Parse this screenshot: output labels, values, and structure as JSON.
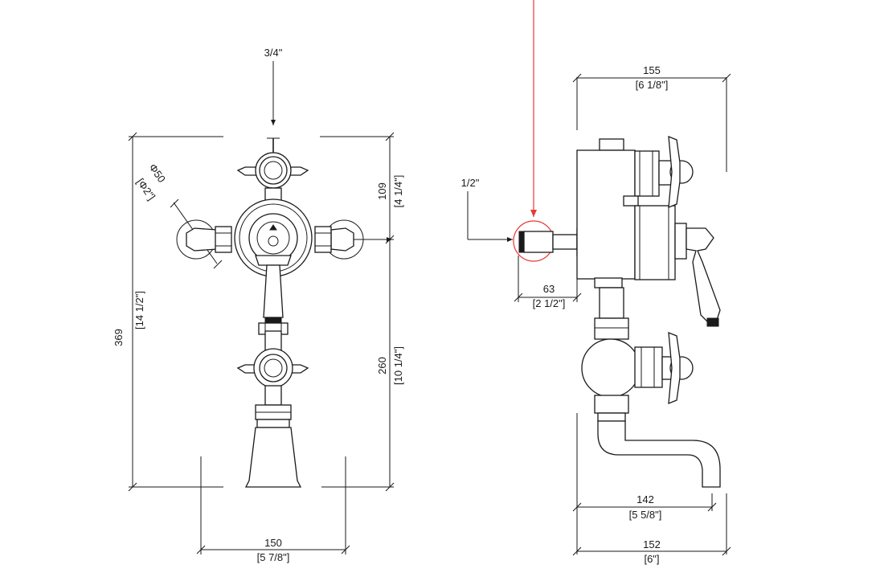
{
  "colors": {
    "line": "#1a1a1a",
    "highlight": "#e53935",
    "background": "#ffffff"
  },
  "front_view": {
    "top_inlet_size": "3/4\"",
    "handle_diameter_mm": "Φ50",
    "handle_diameter_in": "[Φ2\"]",
    "overall_height_mm": "369",
    "overall_height_in": "[14 1/2\"]",
    "upper_height_mm": "109",
    "upper_height_in": "[4 1/4\"]",
    "lower_height_mm": "260",
    "lower_height_in": "[10 1/4\"]",
    "width_mm": "150",
    "width_in": "[5 7/8\"]"
  },
  "side_view": {
    "inlet_size": "1/2\"",
    "depth_top_mm": "155",
    "depth_top_in": "[6 1/8\"]",
    "inlet_length_mm": "63",
    "inlet_length_in": "[2 1/2\"]",
    "spout_reach_mm": "142",
    "spout_reach_in": "[5 5/8\"]",
    "overall_depth_mm": "152",
    "overall_depth_in": "[6\"]"
  }
}
